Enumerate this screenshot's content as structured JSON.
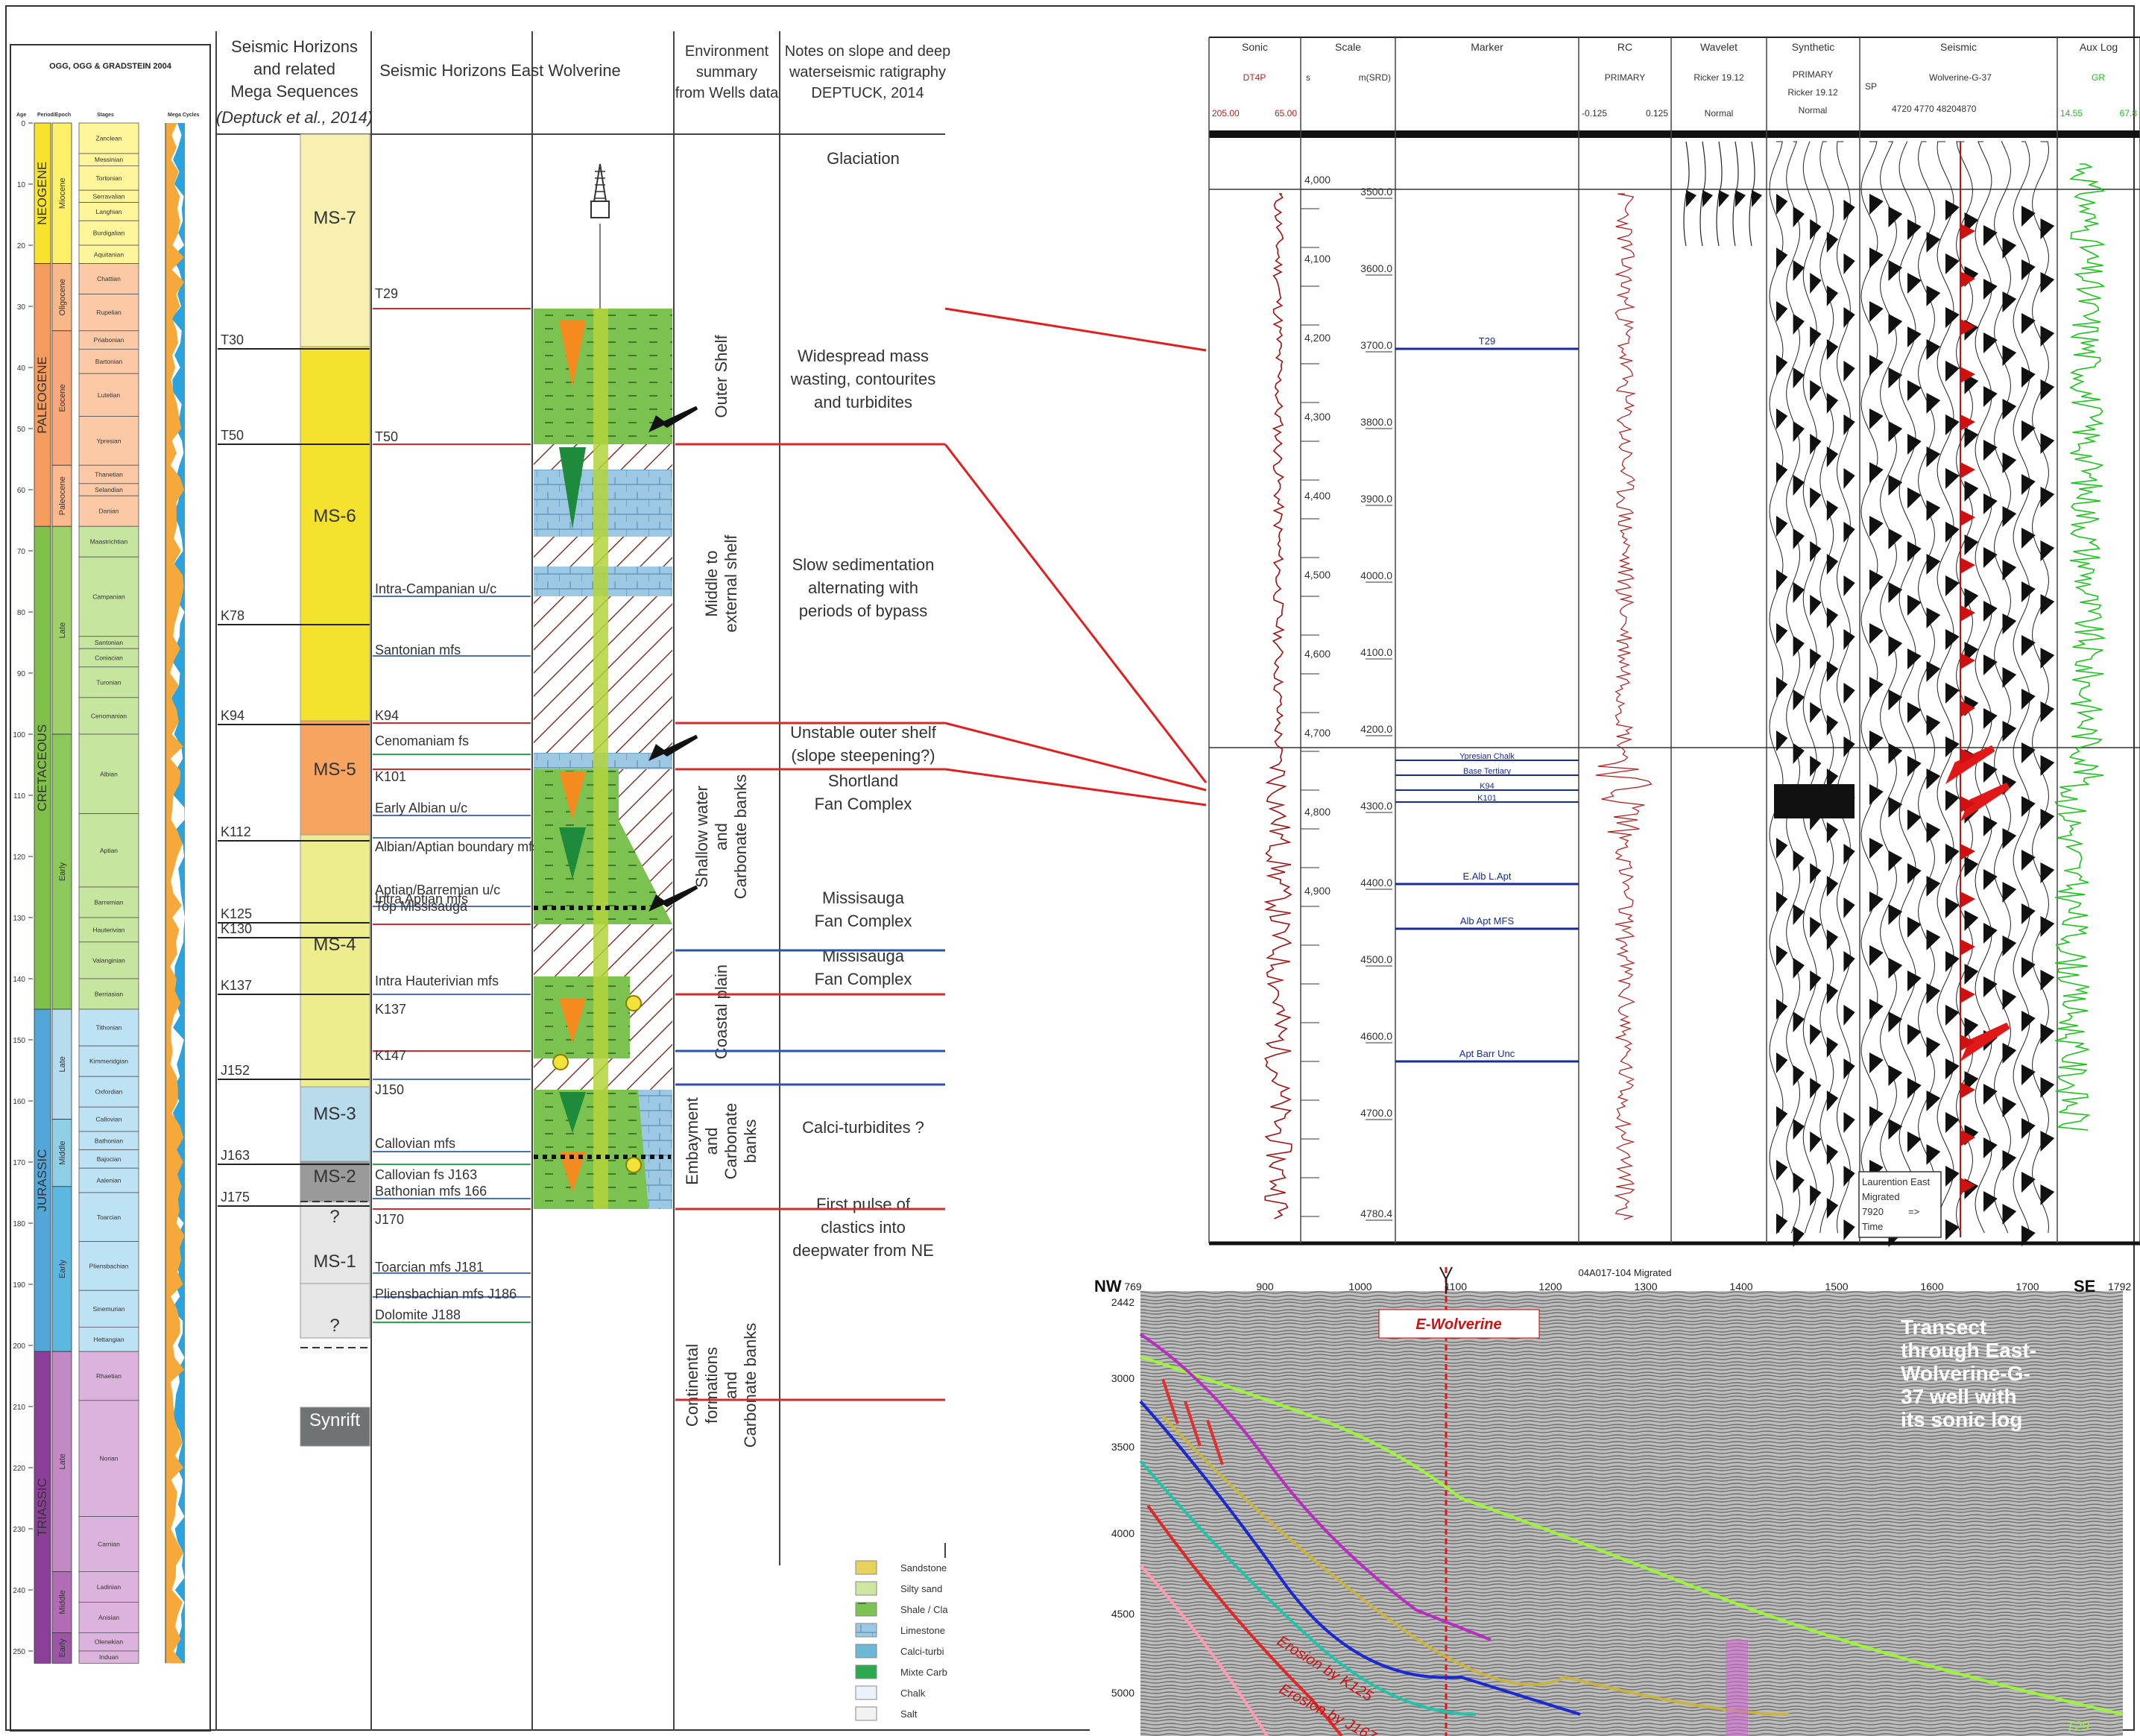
{
  "strat_chart": {
    "title": "OGG, OGG & GRADSTEIN 2004",
    "col_headers": [
      "Age",
      "Period/Epoch",
      "Stages",
      "Mega Cycles"
    ],
    "ages": [
      "0",
      "10",
      "20",
      "30",
      "40",
      "50",
      "60",
      "70",
      "80",
      "90",
      "100",
      "110",
      "120",
      "130",
      "140",
      "150",
      "160",
      "170",
      "180",
      "190",
      "200",
      "210",
      "220",
      "230",
      "240",
      "250"
    ],
    "periods": [
      "NEOGENE",
      "PALEOGENE",
      "CRETACEOUS",
      "JURASSIC",
      "TRIASSIC"
    ],
    "epochs": [
      "Miocene",
      "Oligocene",
      "Eocene",
      "Paleocene",
      "Late",
      "Early",
      "Late",
      "Middle",
      "Early",
      "Late",
      "Middle",
      "Early"
    ],
    "stages": [
      "Zanclean",
      "Messinian",
      "Tortonian",
      "Serravalian",
      "Langhian",
      "Burdigalian",
      "Aquitanian",
      "Chattian",
      "Rupelian",
      "Priabonian",
      "Bartonian",
      "Lutetian",
      "Ypresian",
      "Thanetian",
      "Selandian",
      "Danian",
      "Maastrichtian",
      "Campanian",
      "Santonian",
      "Coniacian",
      "Turonian",
      "Cenomanian",
      "Albian",
      "Aptian",
      "Barremian",
      "Hauterivian",
      "Valanginian",
      "Berriasian",
      "Tithonian",
      "Kimmeridgian",
      "Oxfordian",
      "Callovian",
      "Bathonian",
      "Bajocian",
      "Aalenian",
      "Toarcian",
      "Pliensbachian",
      "Sinemurian",
      "Hettangian",
      "Rhaetian",
      "Norian",
      "Carnian",
      "Ladinian",
      "Anisian",
      "Olenekian",
      "Induan"
    ]
  },
  "columns": {
    "mega_header": [
      "Seismic Horizons",
      "and related",
      "Mega Sequences"
    ],
    "mega_ref": "(Deptuck et al., 2014)",
    "horizons_header": "Seismic Horizons East Wolverine",
    "env_header": [
      "Environment",
      "summary",
      "from Wells data"
    ],
    "notes_header": [
      "Notes on slope and deep",
      "waterseismic ratigraphy",
      "DEPTUCK, 2014"
    ]
  },
  "horizon_labels_left": [
    "T30",
    "T50",
    "K78",
    "K94",
    "K112",
    "K125",
    "K130",
    "K137",
    "J152",
    "J163",
    "J175"
  ],
  "mega_sequences": [
    "MS-7",
    "MS-6",
    "MS-5",
    "MS-4",
    "MS-3",
    "MS-2",
    "?",
    "MS-1",
    "?",
    "Synrift"
  ],
  "east_wolverine_horizons": [
    "T29",
    "T50",
    "Intra-Campanian u/c",
    "Santonian mfs",
    "K94",
    "Cenomaniam fs",
    "K101",
    "Early Albian u/c",
    "Albian/Aptian boundary mfs",
    "Intra Aptian mfs",
    "Aptian/Barremian u/c",
    "Top Missisauga",
    "Intra Hauterivian mfs",
    "K137",
    "K147",
    "J150",
    "Callovian mfs",
    "Callovian fs J163",
    "Bathonian mfs 166",
    "J170",
    "Toarcian mfs J181",
    "Pliensbachian mfs J186",
    "Dolomite J188"
  ],
  "environments": [
    "Outer Shelf",
    "Middle to external shelf",
    "Shallow water and Carbonate banks",
    "Coastal plain",
    "Embayment and Carbonate banks",
    "Continental formations and Carbonate banks"
  ],
  "notes": [
    [
      "Glaciation"
    ],
    [
      "Widespread mass",
      "wasting, contourites",
      "and turbidites"
    ],
    [
      "Slow sedimentation",
      "alternating with",
      "periods of bypass"
    ],
    [
      "Unstable outer shelf",
      "(slope steepening?)"
    ],
    [
      "Shortland",
      "Fan Complex"
    ],
    [
      "Missisauga",
      "Fan Complex"
    ],
    [
      "Missisauga",
      "Fan Complex"
    ],
    [
      "Calci-turbidites ?"
    ],
    [
      "First pulse of",
      "clastics into",
      "deepwater from NE"
    ]
  ],
  "legend": [
    "Sandstone",
    "Silty sand",
    "Shale / Cla",
    "Limestone",
    "Calci-turbi",
    "Mixte Carb",
    "Chalk",
    "Salt"
  ],
  "log_panel": {
    "track_headers": [
      "Sonic",
      "Scale",
      "Marker",
      "RC",
      "Wavelet",
      "Synthetic",
      "Seismic",
      "Aux Log"
    ],
    "sonic_curve": "DT4P",
    "sonic_range": [
      "205.00",
      "65.00"
    ],
    "scale_units": [
      "s",
      "m(SRD)"
    ],
    "rc_label": "PRIMARY",
    "rc_range": [
      "-0.125",
      "0.125"
    ],
    "wavelet_label": [
      "Ricker 19.12",
      "Normal"
    ],
    "synthetic_label": [
      "PRIMARY",
      "Ricker 19.12",
      "Normal"
    ],
    "seismic_label": "Wolverine-G-37",
    "sp_label": "SP",
    "sp_values": "4720 4770 48204870",
    "aux_curve": "GR",
    "aux_range": [
      "14.55",
      "67.8"
    ],
    "time_ticks": [
      "4,000",
      "4,100",
      "4,200",
      "4,300",
      "4,400",
      "4,500",
      "4,600",
      "4,700",
      "4,800",
      "4,900"
    ],
    "depth_ticks": [
      "3500.0",
      "3600.0",
      "3700.0",
      "3800.0",
      "3900.0",
      "4000.0",
      "4100.0",
      "4200.0",
      "4300.0",
      "4400.0",
      "4500.0",
      "4600.0",
      "4700.0",
      "4780.4"
    ],
    "markers": [
      "T29",
      "Ypresian Chalk",
      "Base Tertiary",
      "K94",
      "K101",
      "E.Alb L.Apt",
      "Alb Apt MFS",
      "Apt Barr Unc"
    ],
    "seis_note": [
      "Laurention East",
      "Migrated",
      "7920",
      "Time"
    ],
    "seis_arrow": "=>"
  },
  "seismic_section": {
    "title": "04A017-104 Migrated",
    "left_label": "NW",
    "right_label": "SE",
    "x_ticks": [
      "769",
      "900",
      "1000",
      "1100",
      "1200",
      "1300",
      "1400",
      "1500",
      "1600",
      "1700",
      "1792"
    ],
    "y_ticks": [
      "2442",
      "3000",
      "3500",
      "4000",
      "4500",
      "5000"
    ],
    "well_label": "E-Wolverine",
    "caption": [
      "Transect",
      "through East-",
      "Wolverine-G-",
      "37 well with",
      "its sonic log"
    ],
    "erosion_labels": [
      "Erosion by K125",
      "Erosion by J167"
    ],
    "corner_label": "T29"
  }
}
